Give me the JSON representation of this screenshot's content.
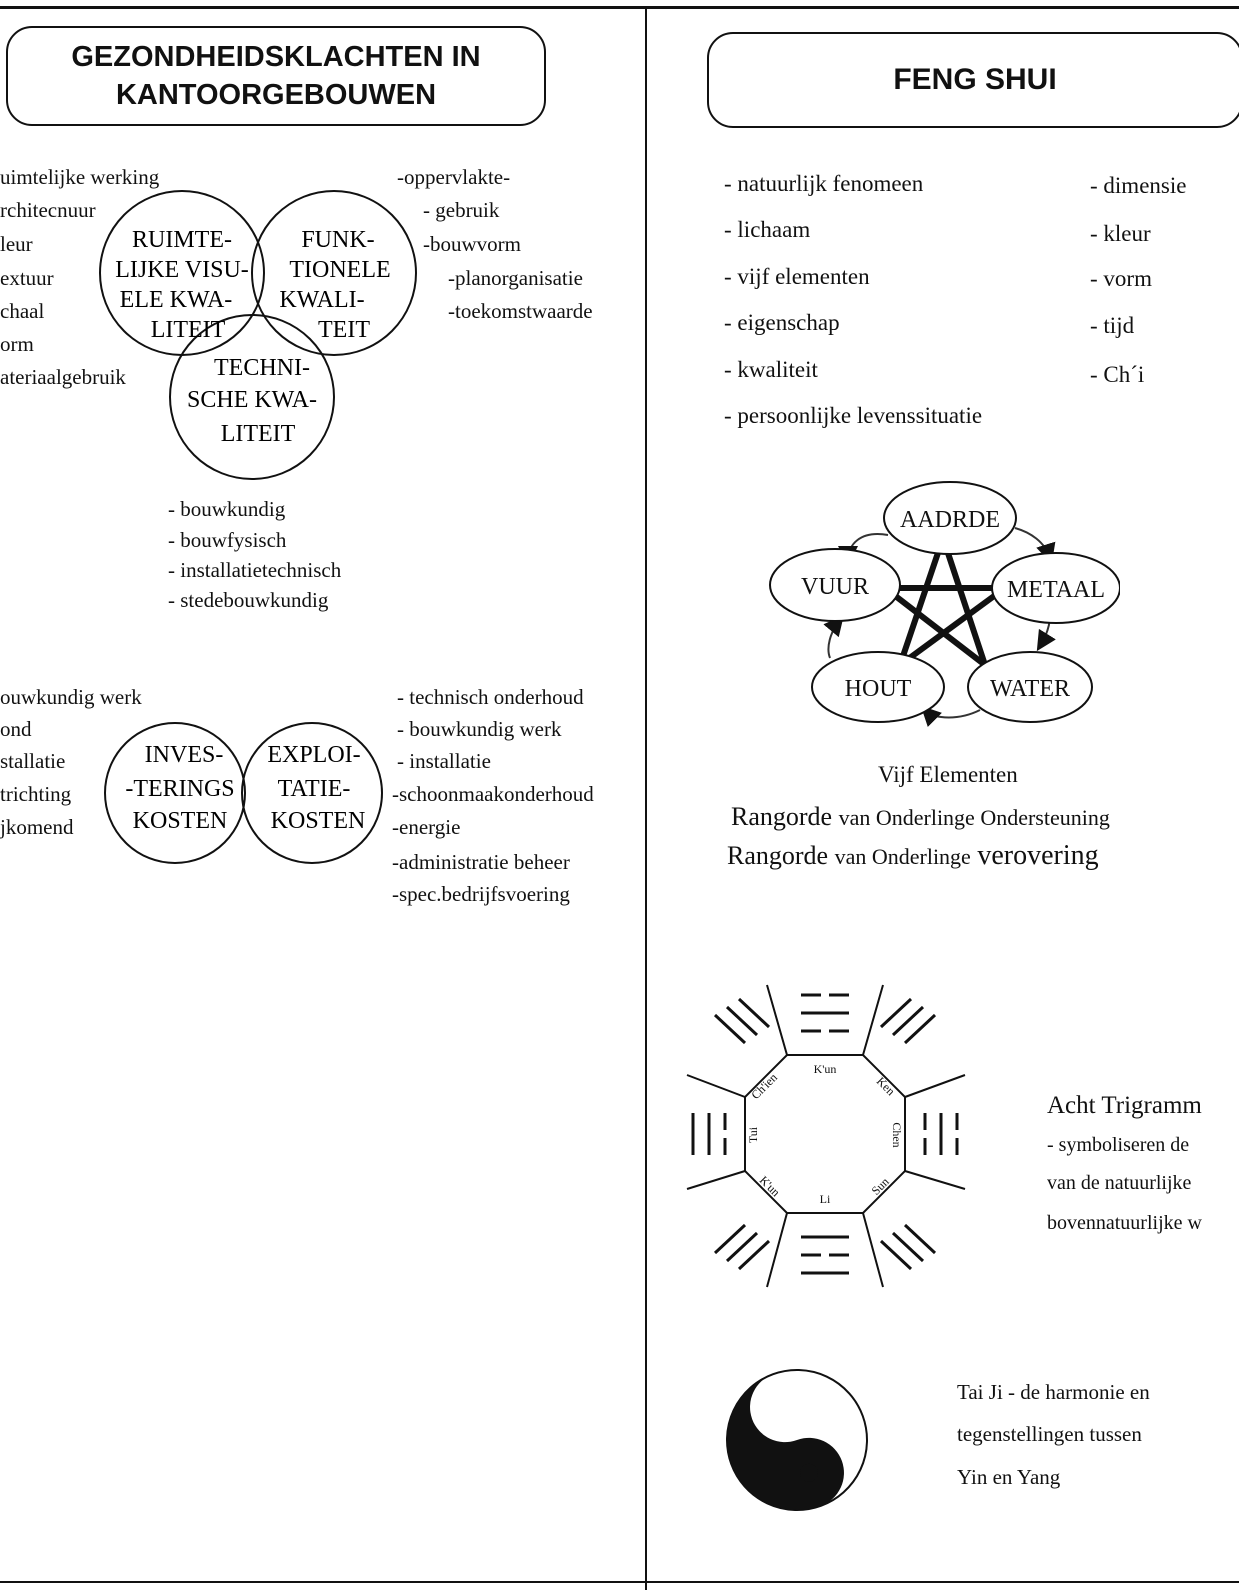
{
  "left": {
    "title": [
      "GEZONDHEIDSKLACHTEN IN",
      "KANTOORGEBOUWEN"
    ],
    "venn1": {
      "left_list": [
        "uimtelijke werking",
        "rchitecnuur",
        "leur",
        "extuur",
        "chaal",
        "orm",
        "ateriaalgebruik"
      ],
      "right_list": [
        "-oppervlakte-",
        "- gebruik",
        "-bouwvorm",
        "-planorganisatie",
        "-toekomstwaarde"
      ],
      "circle_visual": [
        "RUIMTE-",
        "LIJKE VISU-",
        "ELE KWA-",
        "LITEIT"
      ],
      "circle_functional": [
        "FUNK-",
        "TIONELE",
        "KWALI-",
        "TEIT"
      ],
      "circle_technical": [
        "TECHNI-",
        "SCHE KWA-",
        "LITEIT"
      ],
      "bottom_list": [
        "- bouwkundig",
        "- bouwfysisch",
        "- installatietechnisch",
        "- stedebouwkundig"
      ]
    },
    "venn2": {
      "left_list": [
        "ouwkundig werk",
        "ond",
        "stallatie",
        "trichting",
        "jkomend"
      ],
      "circle_investment": [
        "INVES-",
        "-TERINGS",
        "KOSTEN"
      ],
      "circle_exploitation": [
        "EXPLOI-",
        "TATIE-",
        "KOSTEN"
      ],
      "right_list": [
        "- technisch onderhoud",
        "- bouwkundig werk",
        "- installatie",
        "-schoonmaakonderhoud",
        "-energie",
        "-administratie beheer",
        "-spec.bedrijfsvoering"
      ]
    }
  },
  "right": {
    "title": "FENG SHUI",
    "list_left": [
      "- natuurlijk fenomeen",
      "- lichaam",
      "- vijf elementen",
      "- eigenschap",
      "- kwaliteit",
      "- persoonlijke levenssituatie"
    ],
    "list_right": [
      "- dimensie",
      "- kleur",
      "- vorm",
      "- tijd",
      "- Ch´i"
    ],
    "elements": {
      "nodes": [
        "AADRDE",
        "METAAL",
        "WATER",
        "HOUT",
        "VUUR"
      ],
      "caption": "Vijf Elementen",
      "legend1": {
        "word": "Rangorde",
        "text": "van Onderlinge Ondersteuning"
      },
      "legend2": {
        "word": "Rangorde",
        "text": "van Onderlinge",
        "emph": "verovering"
      }
    },
    "trigrams": {
      "names": [
        "K'un",
        "Ken",
        "Chen",
        "Sun",
        "Li",
        "K'un",
        "Tui",
        "Ch'ien"
      ],
      "caption_title": "Acht Trigramm",
      "caption_lines": [
        "- symboliseren de",
        "van de natuurlijke",
        "bovennatuurlijke w"
      ]
    },
    "taiji": {
      "lines": [
        "Tai Ji - de harmonie en",
        "tegenstellingen tussen",
        "Yin en Yang"
      ]
    }
  }
}
